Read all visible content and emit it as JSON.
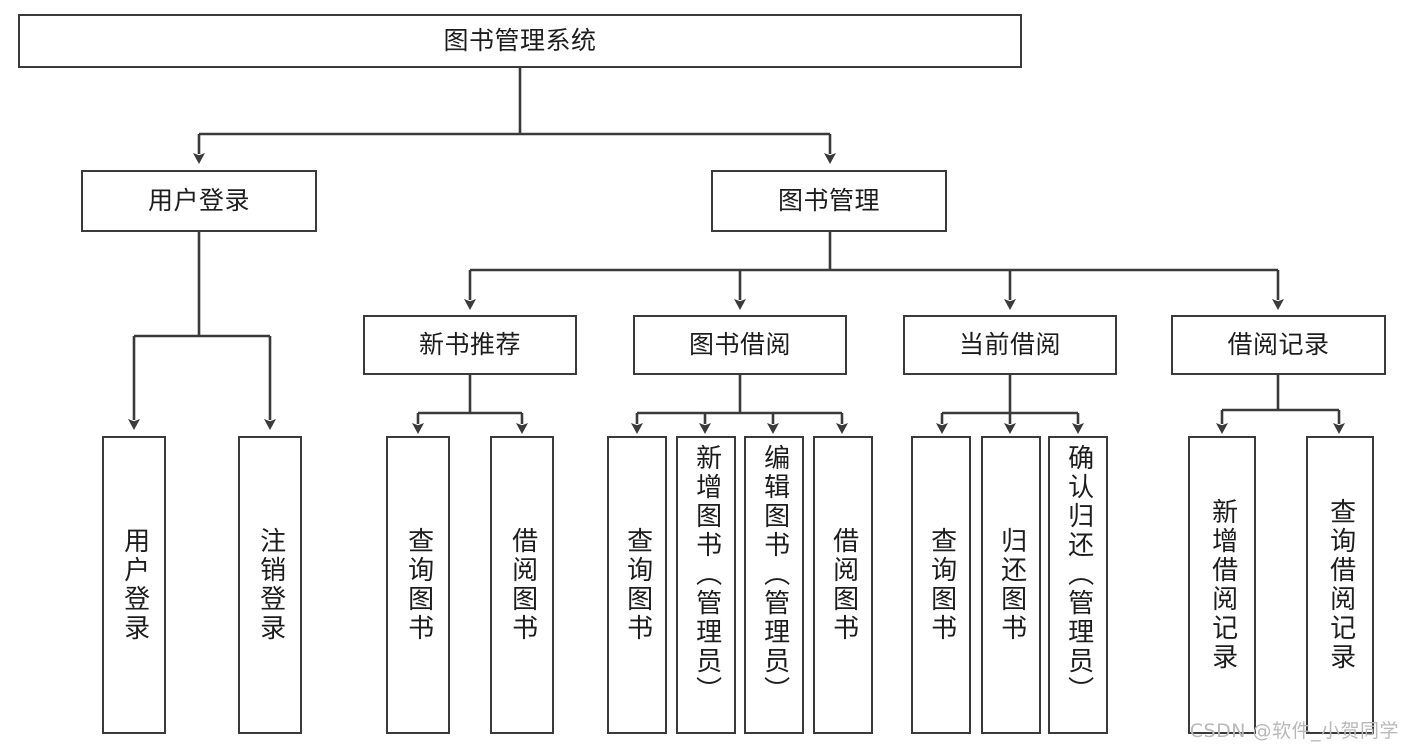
{
  "diagram": {
    "title": "图书管理系统",
    "type": "hierarchy-tree",
    "root": {
      "label": "图书管理系统"
    },
    "level2": [
      {
        "label": "用户登录"
      },
      {
        "label": "图书管理"
      }
    ],
    "level3": [
      {
        "label": "新书推荐"
      },
      {
        "label": "图书借阅"
      },
      {
        "label": "当前借阅"
      },
      {
        "label": "借阅记录"
      }
    ],
    "leaves": {
      "user_login": [
        {
          "label": "用户登录"
        },
        {
          "label": "注销登录"
        }
      ],
      "new_book_recommend": [
        {
          "label": "查询图书"
        },
        {
          "label": "借阅图书"
        }
      ],
      "book_borrow": [
        {
          "label": "查询图书"
        },
        {
          "label": "新增图书（管理员）"
        },
        {
          "label": "编辑图书（管理员）"
        },
        {
          "label": "借阅图书"
        }
      ],
      "current_borrow": [
        {
          "label": "查询图书"
        },
        {
          "label": "归还图书"
        },
        {
          "label": "确认归还（管理员）"
        }
      ],
      "borrow_record": [
        {
          "label": "新增借阅记录"
        },
        {
          "label": "查询借阅记录"
        }
      ]
    }
  },
  "watermark": {
    "text": "CSDN @软件_小贺同学"
  },
  "colors": {
    "box_border": "#3a3a3a",
    "box_fill": "#ffffff",
    "line": "#3a3a3a",
    "text": "#1d1d1d",
    "watermark": "#b9b9b9"
  }
}
